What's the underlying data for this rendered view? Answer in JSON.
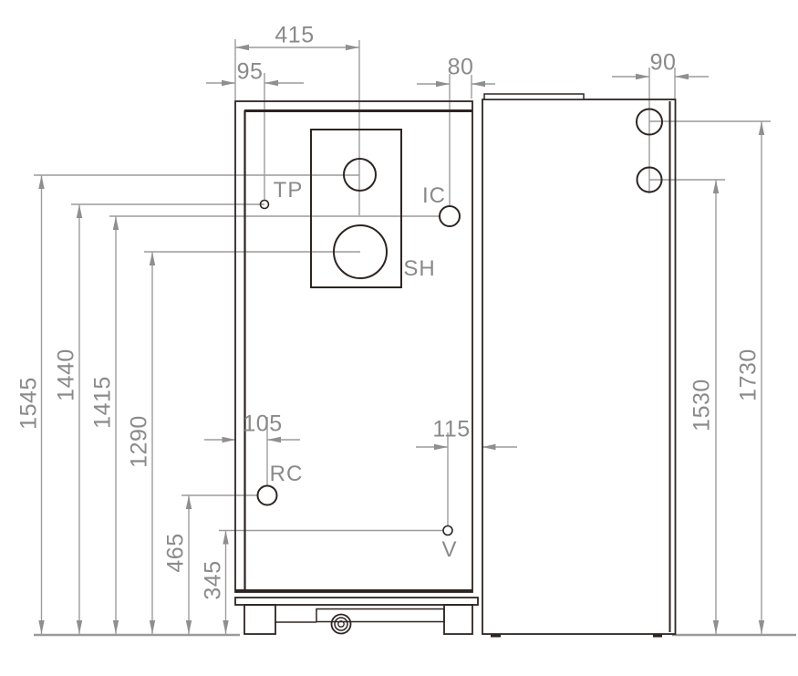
{
  "drawing_units": "mm",
  "ports": {
    "tp": "TP",
    "ic": "IC",
    "sh": "SH",
    "rc": "RC",
    "v": "V"
  },
  "dimensions": {
    "top": {
      "panel_center": "415",
      "tp_offset": "95",
      "ic_offset": "80",
      "side_hole_offset": "90"
    },
    "heights_left": {
      "h1545": "1545",
      "h1440": "1440",
      "h1415": "1415",
      "h1290": "1290",
      "h465": "465",
      "h345": "345"
    },
    "heights_right": {
      "h1530": "1530",
      "h1730": "1730"
    },
    "horizontal_mid": {
      "rc_offset": "105",
      "v_offset": "115"
    }
  },
  "colors": {
    "drawing_line": "#2d2522",
    "dimension_line": "#9c9c9c",
    "dimension_text": "#8a8a8a"
  }
}
